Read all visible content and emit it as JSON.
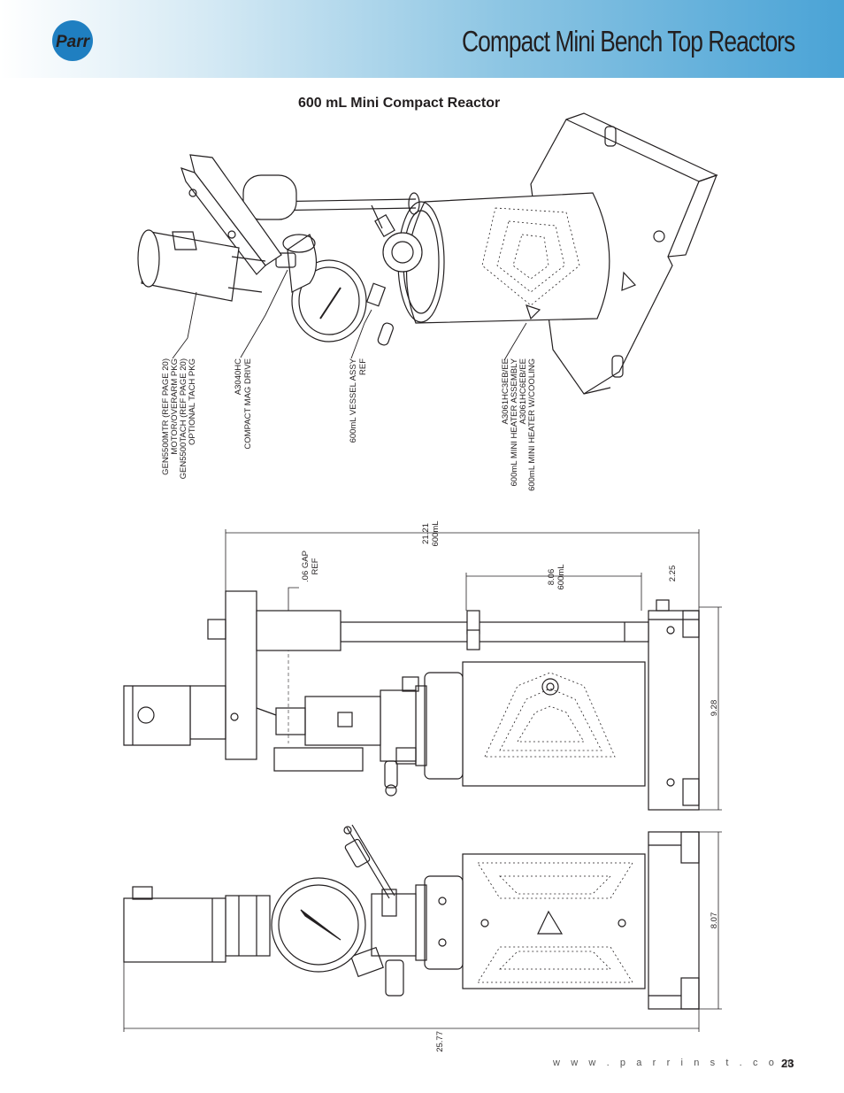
{
  "header": {
    "logo_text": "Parr",
    "title": "Compact Mini Bench Top Reactors"
  },
  "subtitle": "600 mL Mini Compact Reactor",
  "callouts": {
    "motor": [
      "GEN5500MTR (REF PAGE 20)",
      "MOTOR/OVERARM PKG",
      "GEN5500TACH (REF PAGE 20)",
      "OPTIONAL TACH PKG"
    ],
    "drive": [
      "A3040HC",
      "COMPACT MAG DRIVE"
    ],
    "vessel": [
      "600mL VESSEL ASSY",
      "REF"
    ],
    "heater": [
      "A3061HC3EB/EE",
      "600mL MINI HEATER ASSEMBLY",
      "A3061HC6EB/EE",
      "600mL MINI HEATER W/COOLING"
    ]
  },
  "dimensions": {
    "overall_height": [
      "21.21",
      "600mL"
    ],
    "gap": [
      ".06 GAP",
      "REF"
    ],
    "vessel_height": [
      "8.06",
      "600mL"
    ],
    "base_offset": "2.25",
    "base_width": "9.28",
    "front_width": "8.07",
    "overall_depth": "25.77"
  },
  "footer": {
    "url": "w w w . p a r r i n s t . c o m",
    "page": "23"
  },
  "colors": {
    "header_light": "#ffffff",
    "header_dark": "#4aa3d6",
    "logo": "#1f7fc1"
  }
}
